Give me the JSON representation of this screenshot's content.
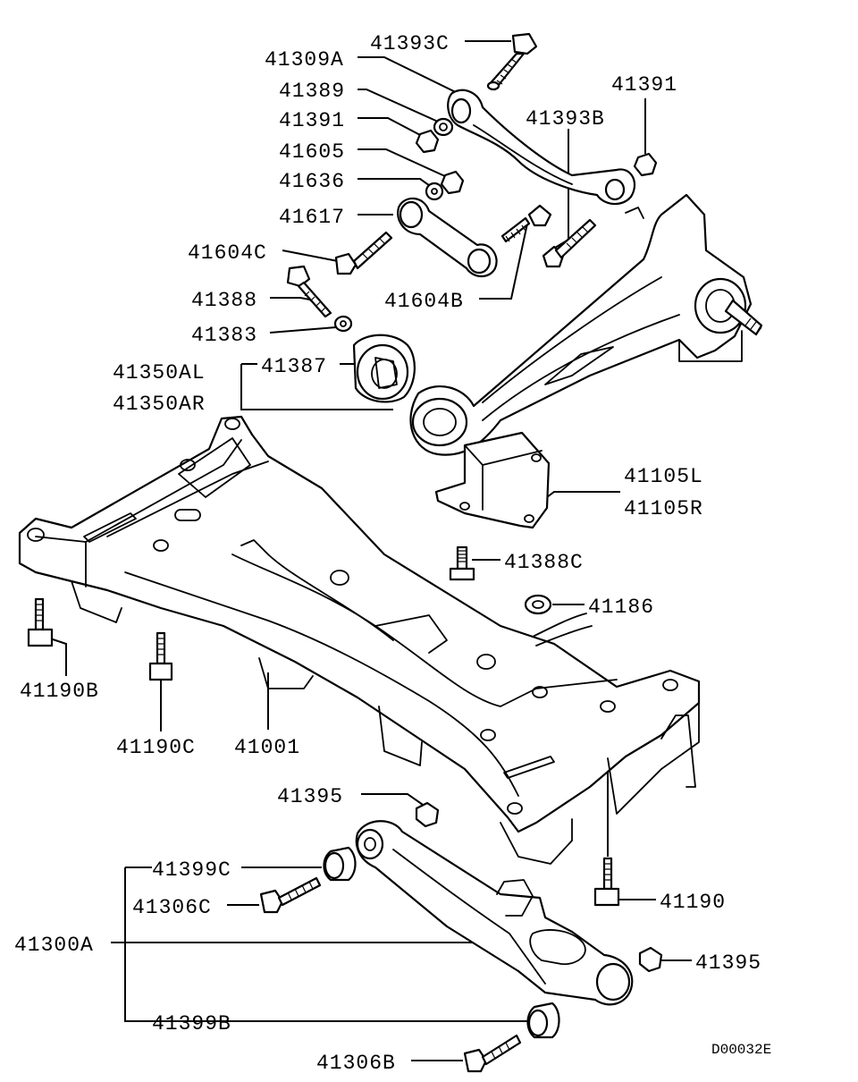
{
  "diagram": {
    "part_labels": {
      "p41393C": "41393C",
      "p41309A": "41309A",
      "p41389": "41389",
      "p41391a": "41391",
      "p41391b": "41391",
      "p41605": "41605",
      "p41636": "41636",
      "p41617": "41617",
      "p41393B": "41393B",
      "p41604C": "41604C",
      "p41604B": "41604B",
      "p41388": "41388",
      "p41383": "41383",
      "p41387": "41387",
      "p41350AL": "41350AL",
      "p41350AR": "41350AR",
      "p41105L": "41105L",
      "p41105R": "41105R",
      "p41388C": "41388C",
      "p41186": "41186",
      "p41190B": "41190B",
      "p41190C": "41190C",
      "p41001": "41001",
      "p41395a": "41395",
      "p41395b": "41395",
      "p41399C": "41399C",
      "p41306C": "41306C",
      "p41190": "41190",
      "p41300A": "41300A",
      "p41399B": "41399B",
      "p41306B": "41306B"
    },
    "drawing_code": "D00032E"
  }
}
